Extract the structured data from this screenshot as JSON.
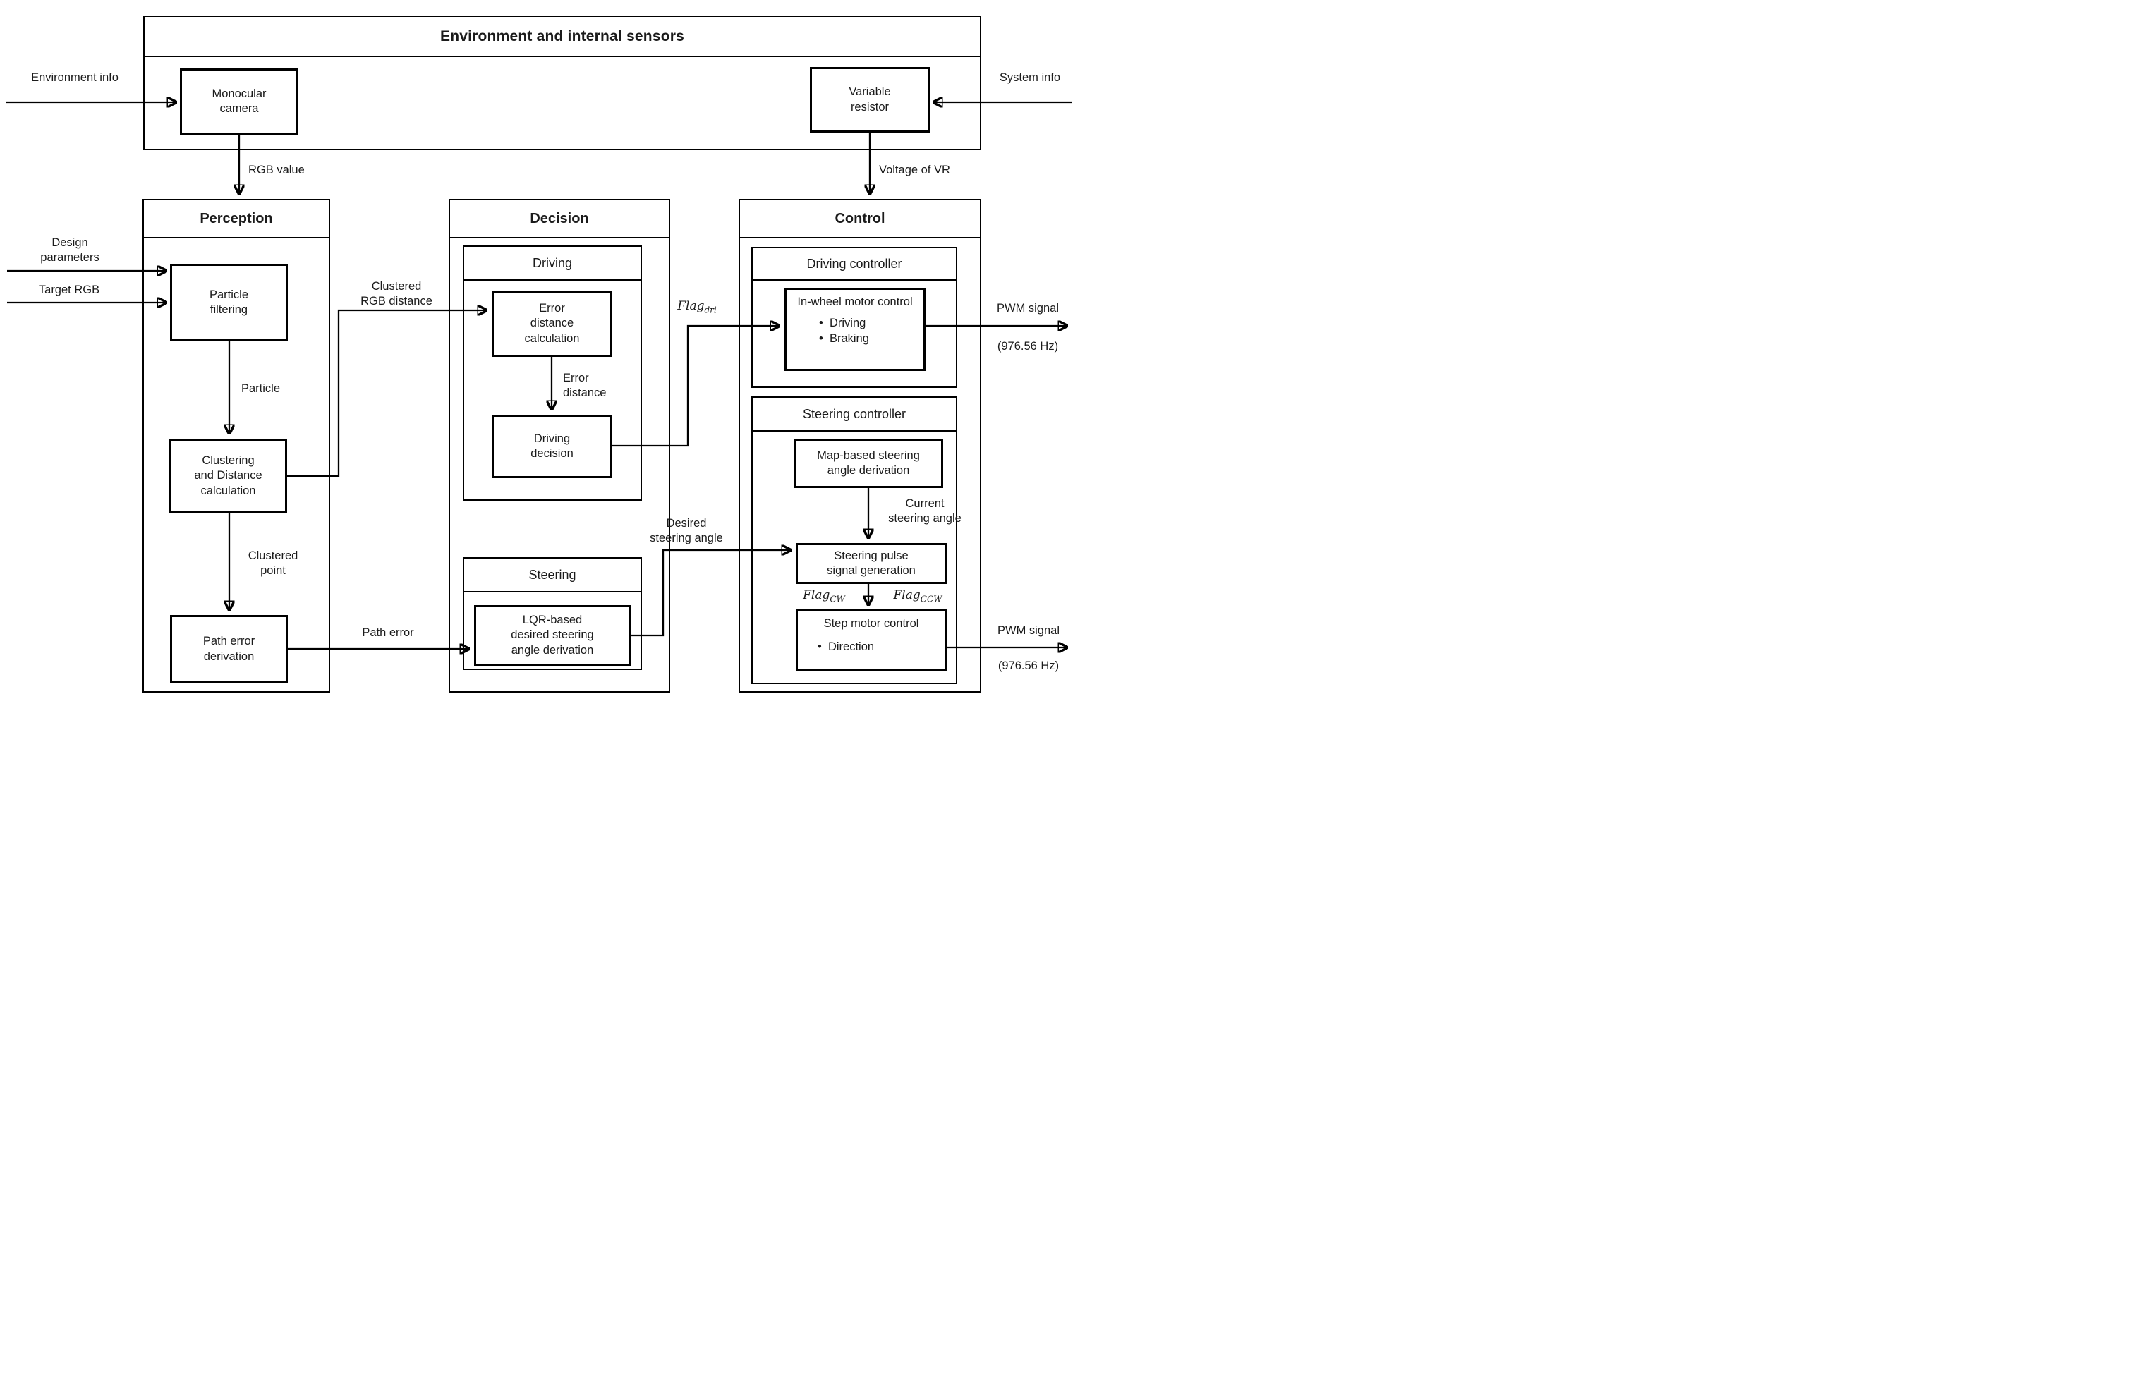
{
  "colors": {
    "background": "#ffffff",
    "line": "#000000",
    "text": "#1b1b1b"
  },
  "sensors": {
    "title": "Environment and internal sensors",
    "monocular_camera": "Monocular\ncamera",
    "variable_resistor": "Variable\nresistor",
    "environment_info": "Environment info",
    "system_info": "System info",
    "rgb_value": "RGB value",
    "voltage_of_vr": "Voltage of VR"
  },
  "perception": {
    "title": "Perception",
    "design_parameters": "Design\nparameters",
    "target_rgb": "Target RGB",
    "particle_filtering": "Particle\nfiltering",
    "particle": "Particle",
    "clustering": "Clustering\nand Distance\ncalculation",
    "clustered_point": "Clustered\npoint",
    "path_error_derivation": "Path error\nderivation",
    "clustered_rgb_distance": "Clustered\nRGB distance",
    "path_error": "Path error"
  },
  "decision": {
    "title": "Decision",
    "driving_header": "Driving",
    "error_distance_calculation": "Error\ndistance\ncalculation",
    "error_distance": "Error\ndistance",
    "driving_decision": "Driving\ndecision",
    "steering_header": "Steering",
    "lqr": "LQR-based\ndesired steering\nangle derivation",
    "flag_dri": {
      "base": "Flag",
      "sub": "dri"
    },
    "desired_steering_angle": "Desired\nsteering angle"
  },
  "control": {
    "title": "Control",
    "driving_controller": "Driving controller",
    "in_wheel": {
      "title": "In-wheel motor control",
      "items": [
        "Driving",
        "Braking"
      ]
    },
    "pwm_top": {
      "label": "PWM signal",
      "freq": "(976.56 Hz)"
    },
    "steering_controller": "Steering controller",
    "map_based": "Map-based steering\nangle derivation",
    "current_steering_angle": "Current\nsteering angle",
    "steering_pulse": "Steering pulse\nsignal generation",
    "flag_cw": {
      "base": "Flag",
      "sub": "CW"
    },
    "flag_ccw": {
      "base": "Flag",
      "sub": "CCW"
    },
    "step_motor": {
      "title": "Step motor control",
      "items": [
        "Direction"
      ]
    },
    "pwm_bottom": {
      "label": "PWM signal",
      "freq": "(976.56 Hz)"
    }
  }
}
